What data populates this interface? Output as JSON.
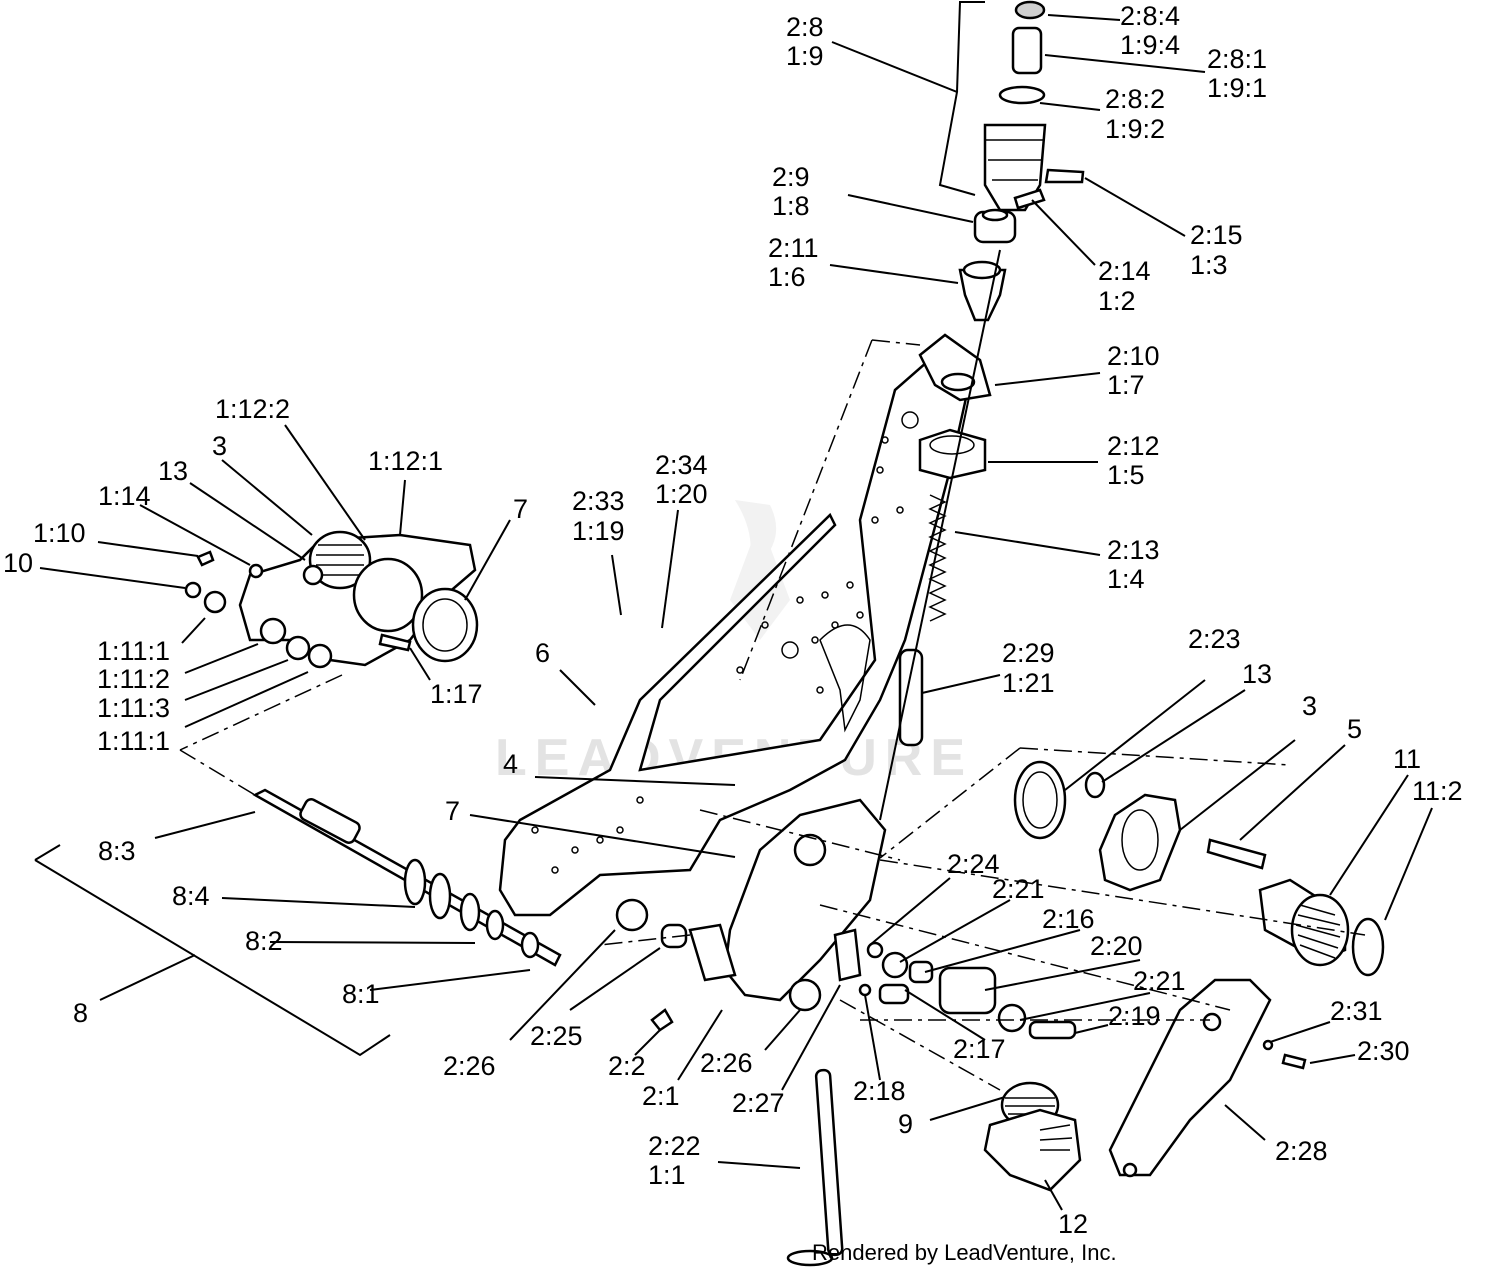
{
  "callouts": [
    {
      "id": "c-2-8-4",
      "lines": [
        "2:8:4",
        "1:9:4"
      ]
    },
    {
      "id": "c-2-8",
      "lines": [
        "2:8",
        "1:9"
      ]
    },
    {
      "id": "c-2-8-1",
      "lines": [
        "2:8:1",
        "1:9:1"
      ]
    },
    {
      "id": "c-2-8-2",
      "lines": [
        "2:8:2",
        "1:9:2"
      ]
    },
    {
      "id": "c-2-9",
      "lines": [
        "2:9",
        "1:8"
      ]
    },
    {
      "id": "c-2-15",
      "lines": [
        "2:15",
        "1:3"
      ]
    },
    {
      "id": "c-2-11",
      "lines": [
        "2:11",
        "1:6"
      ]
    },
    {
      "id": "c-2-14",
      "lines": [
        "2:14",
        "1:2"
      ]
    },
    {
      "id": "c-2-10",
      "lines": [
        "2:10",
        "1:7"
      ]
    },
    {
      "id": "c-2-12",
      "lines": [
        "2:12",
        "1:5"
      ]
    },
    {
      "id": "c-2-13",
      "lines": [
        "2:13",
        "1:4"
      ]
    },
    {
      "id": "c-2-34",
      "lines": [
        "2:34",
        "1:20"
      ]
    },
    {
      "id": "c-2-33",
      "lines": [
        "2:33",
        "1:19"
      ]
    },
    {
      "id": "c-2-29",
      "lines": [
        "2:29",
        "1:21"
      ]
    },
    {
      "id": "c-1-12-2",
      "lines": [
        "1:12:2"
      ]
    },
    {
      "id": "c-1-12-1",
      "lines": [
        "1:12:1"
      ]
    },
    {
      "id": "c-3a",
      "lines": [
        "3"
      ]
    },
    {
      "id": "c-13a",
      "lines": [
        "13"
      ]
    },
    {
      "id": "c-1-14",
      "lines": [
        "1:14"
      ]
    },
    {
      "id": "c-7a",
      "lines": [
        "7"
      ]
    },
    {
      "id": "c-1-10",
      "lines": [
        "1:10"
      ]
    },
    {
      "id": "c-10",
      "lines": [
        "10"
      ]
    },
    {
      "id": "c-1-11-group",
      "lines": [
        "1:11:1",
        "1:11:2",
        "1:11:3",
        "1:11:1"
      ]
    },
    {
      "id": "c-1-17",
      "lines": [
        "1:17"
      ]
    },
    {
      "id": "c-6",
      "lines": [
        "6"
      ]
    },
    {
      "id": "c-2-23",
      "lines": [
        "2:23"
      ]
    },
    {
      "id": "c-13b",
      "lines": [
        "13"
      ]
    },
    {
      "id": "c-3b",
      "lines": [
        "3"
      ]
    },
    {
      "id": "c-5",
      "lines": [
        "5"
      ]
    },
    {
      "id": "c-11",
      "lines": [
        "11"
      ]
    },
    {
      "id": "c-11-2",
      "lines": [
        "11:2"
      ]
    },
    {
      "id": "c-4",
      "lines": [
        "4"
      ]
    },
    {
      "id": "c-7b",
      "lines": [
        "7"
      ]
    },
    {
      "id": "c-8-3",
      "lines": [
        "8:3"
      ]
    },
    {
      "id": "c-8-4",
      "lines": [
        "8:4"
      ]
    },
    {
      "id": "c-8-2",
      "lines": [
        "8:2"
      ]
    },
    {
      "id": "c-8-1",
      "lines": [
        "8:1"
      ]
    },
    {
      "id": "c-8",
      "lines": [
        "8"
      ]
    },
    {
      "id": "c-2-24",
      "lines": [
        "2:24"
      ]
    },
    {
      "id": "c-2-21a",
      "lines": [
        "2:21"
      ]
    },
    {
      "id": "c-2-16",
      "lines": [
        "2:16"
      ]
    },
    {
      "id": "c-2-20",
      "lines": [
        "2:20"
      ]
    },
    {
      "id": "c-2-21b",
      "lines": [
        "2:21"
      ]
    },
    {
      "id": "c-2-19",
      "lines": [
        "2:19"
      ]
    },
    {
      "id": "c-2-17",
      "lines": [
        "2:17"
      ]
    },
    {
      "id": "c-2-31",
      "lines": [
        "2:31"
      ]
    },
    {
      "id": "c-2-30",
      "lines": [
        "2:30"
      ]
    },
    {
      "id": "c-2-26a",
      "lines": [
        "2:26"
      ]
    },
    {
      "id": "c-2-25",
      "lines": [
        "2:25"
      ]
    },
    {
      "id": "c-2-2",
      "lines": [
        "2:2"
      ]
    },
    {
      "id": "c-2-1",
      "lines": [
        "2:1"
      ]
    },
    {
      "id": "c-2-26b",
      "lines": [
        "2:26"
      ]
    },
    {
      "id": "c-2-27",
      "lines": [
        "2:27"
      ]
    },
    {
      "id": "c-2-18",
      "lines": [
        "2:18"
      ]
    },
    {
      "id": "c-9",
      "lines": [
        "9"
      ]
    },
    {
      "id": "c-2-28",
      "lines": [
        "2:28"
      ]
    },
    {
      "id": "c-2-22",
      "lines": [
        "2:22",
        "1:1"
      ]
    },
    {
      "id": "c-12",
      "lines": [
        "12"
      ]
    }
  ],
  "credit": "Rendered by LeadVenture, Inc.",
  "watermark": "LEADVENTURE",
  "colors": {
    "ink": "#000000",
    "paper": "#ffffff",
    "watermark": "#e3e3e3"
  }
}
